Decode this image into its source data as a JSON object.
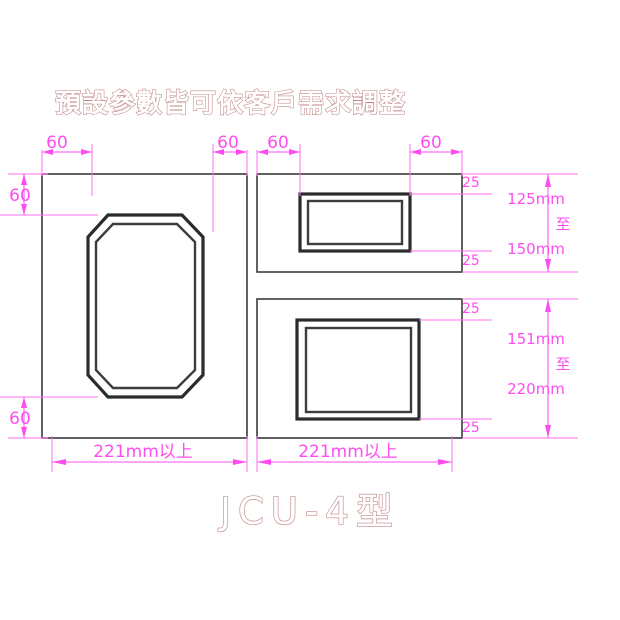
{
  "drawing": {
    "headline_note": "預設參數皆可依客戶需求調整",
    "model_name": "JCU-4型",
    "background_color": "#ffffff",
    "dimension_color": "#ff4cf0",
    "outline_color": "#3a3a3a",
    "title_color": "#c08585"
  },
  "dimensions": {
    "top": [
      {
        "label": "60",
        "target": "left-panel-left-margin"
      },
      {
        "label": "60",
        "target": "left-panel-right-margin"
      },
      {
        "label": "60",
        "target": "right-panel-left-margin"
      },
      {
        "label": "60",
        "target": "right-panel-right-margin"
      }
    ],
    "left": [
      {
        "label": "60",
        "target": "left-panel-top-margin"
      },
      {
        "label": "60",
        "target": "left-panel-bottom-margin"
      }
    ],
    "right_inner": [
      {
        "label": "25",
        "target": "upper-panel-top-offset"
      },
      {
        "label": "25",
        "target": "upper-panel-bottom-offset"
      },
      {
        "label": "25",
        "target": "lower-panel-top-offset"
      },
      {
        "label": "25",
        "target": "lower-panel-bottom-offset"
      }
    ],
    "right_overall": [
      {
        "line1": "125mm",
        "line2": "至",
        "line3": "150mm",
        "target": "upper-right-panel-height"
      },
      {
        "line1": "151mm",
        "line2": "至",
        "line3": "220mm",
        "target": "lower-right-panel-height"
      }
    ],
    "bottom": [
      {
        "label": "221mm以上",
        "target": "left-panel-width"
      },
      {
        "label": "221mm以上",
        "target": "right-panel-width"
      }
    ]
  },
  "panels": [
    {
      "name": "left-panel",
      "shape": "octagon-inlay",
      "orientation": "portrait"
    },
    {
      "name": "upper-right-panel",
      "shape": "rectangle-inlay",
      "orientation": "landscape"
    },
    {
      "name": "lower-right-panel",
      "shape": "rectangle-inlay",
      "orientation": "landscape-tall"
    }
  ]
}
